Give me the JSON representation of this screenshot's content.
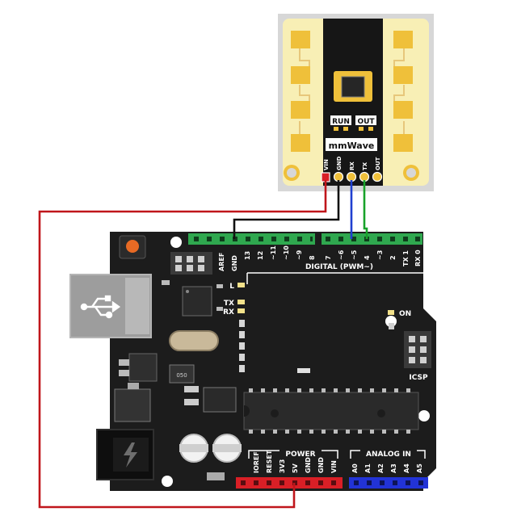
{
  "sensor": {
    "logo": "mmWave",
    "status_leds": [
      "RUN",
      "OUT"
    ],
    "pins": [
      "VIN",
      "GND",
      "RX",
      "TX",
      "OUT"
    ]
  },
  "board": {
    "header_top_right": [
      "7",
      "~6",
      "~5",
      "4",
      "~3",
      "2",
      "TX 1",
      "RX 0"
    ],
    "header_top_left": [
      "AREF",
      "GND",
      "13",
      "12",
      "~11",
      "~10",
      "~9",
      "8"
    ],
    "digital_label": "DIGITAL (PWM~)",
    "leds": [
      "L",
      "TX",
      "RX"
    ],
    "on_label": "ON",
    "icsp_label": "ICSP",
    "chip_marking": "050",
    "power_label": "POWER",
    "power_pins": [
      "IOREF",
      "RESET",
      "3V3",
      "5V",
      "GND",
      "GND",
      "VIN"
    ],
    "analog_label": "ANALOG IN",
    "analog_pins": [
      "A0",
      "A1",
      "A2",
      "A3",
      "A4",
      "A5"
    ]
  },
  "wires": [
    {
      "from": "VIN",
      "to": "5V",
      "color": "#c0161b"
    },
    {
      "from": "GND",
      "to": "GND",
      "color": "#111111"
    },
    {
      "from": "RX",
      "to": "~5",
      "color": "#1f3fd0"
    },
    {
      "from": "TX",
      "to": "4",
      "color": "#18a22a"
    }
  ],
  "colors": {
    "board": "#1c1c1c",
    "header_green": "#2fa84f",
    "header_red": "#d91f26",
    "header_blue": "#2233d6",
    "sensor_bg": "#f8efb5",
    "pad_gold": "#efc03a"
  }
}
